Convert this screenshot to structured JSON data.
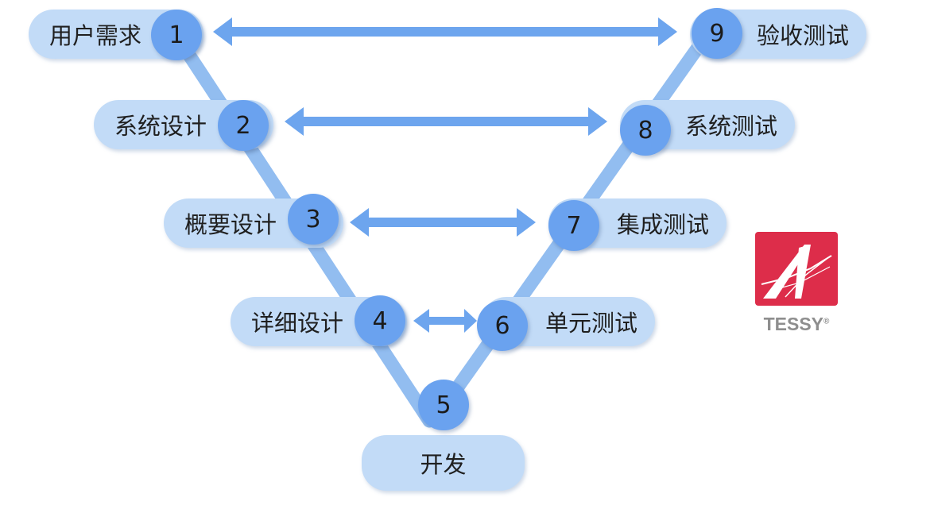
{
  "stages": {
    "s1": {
      "number": "1",
      "label": "用户需求"
    },
    "s2": {
      "number": "2",
      "label": "系统设计"
    },
    "s3": {
      "number": "3",
      "label": "概要设计"
    },
    "s4": {
      "number": "4",
      "label": "详细设计"
    },
    "s5": {
      "number": "5",
      "label": "开发"
    },
    "s6": {
      "number": "6",
      "label": "单元测试"
    },
    "s7": {
      "number": "7",
      "label": "集成测试"
    },
    "s8": {
      "number": "8",
      "label": "系统测试"
    },
    "s9": {
      "number": "9",
      "label": "验收测试"
    }
  },
  "logo": {
    "brand": "TESSY",
    "mark": "®"
  },
  "colors": {
    "pill": "#c2dbf7",
    "node": "#6aa2ef",
    "arrow": "#6da5ee",
    "connector": "#92bdf0",
    "logo_red": "#dd2d4a"
  }
}
